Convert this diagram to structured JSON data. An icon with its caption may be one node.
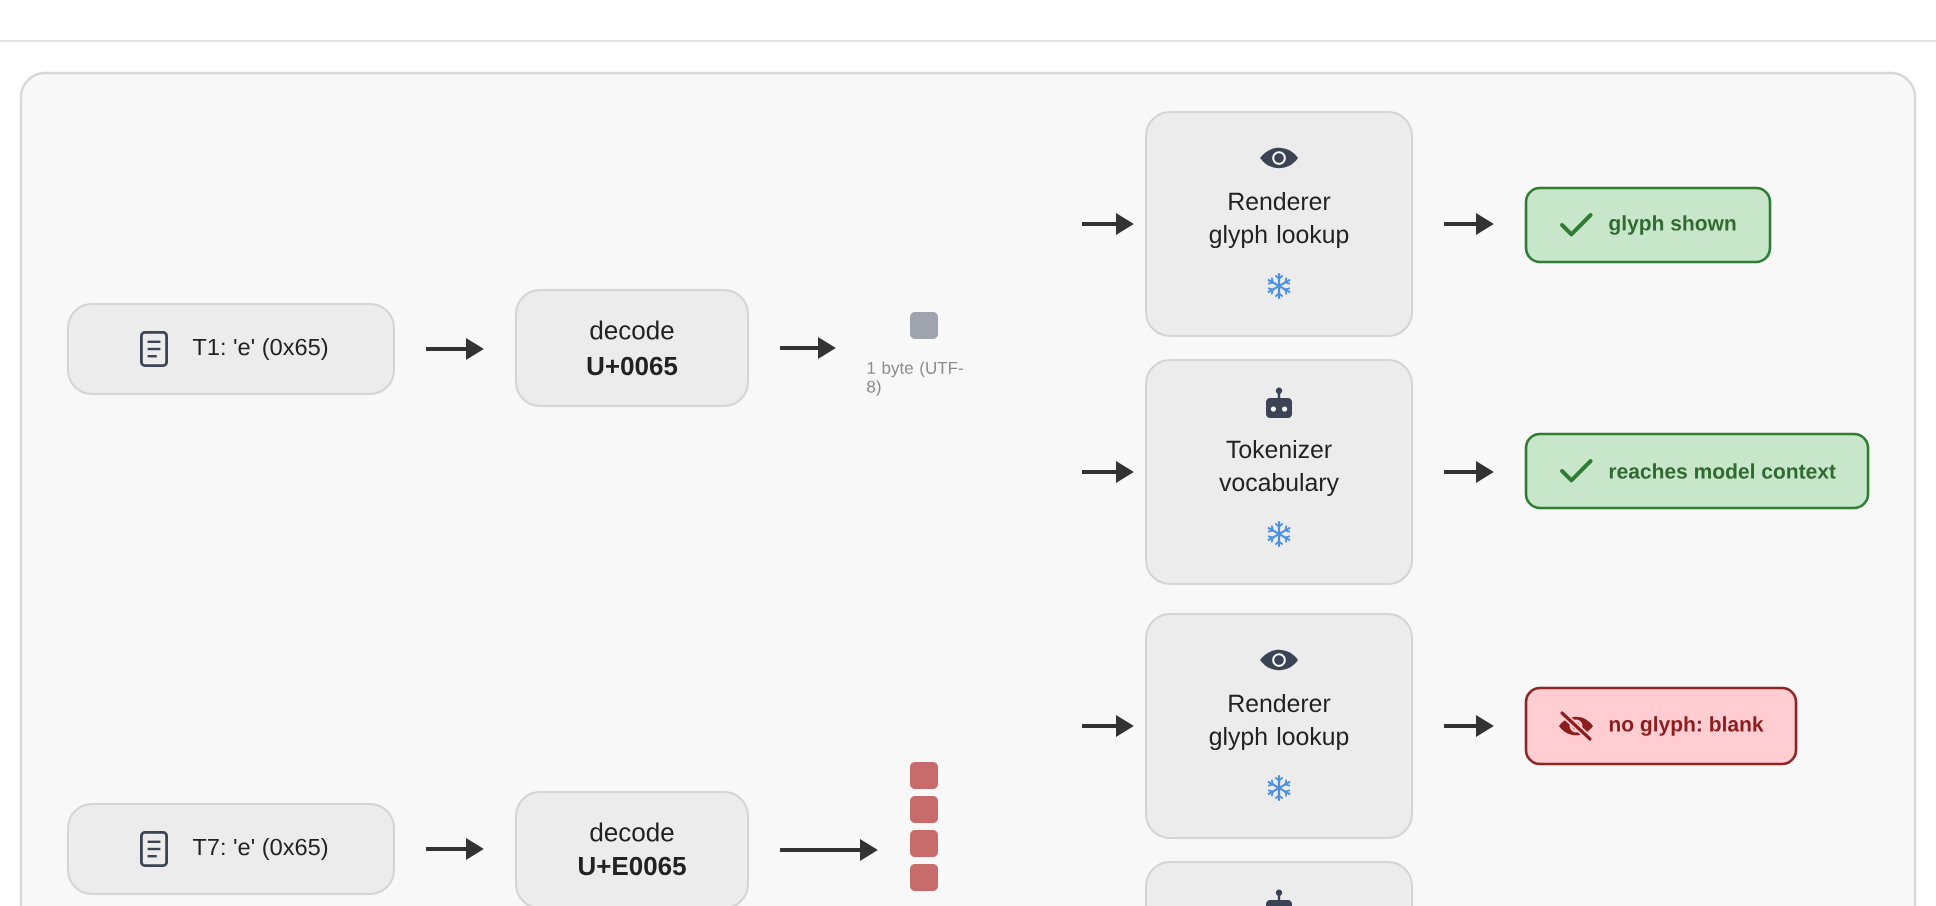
{
  "diagram": {
    "nodes": [
      {
        "text": [
          "T1: 'e' (0x65)"
        ]
      },
      {
        "text": [
          "decode",
          "U+0065"
        ]
      },
      {
        "text": [],
        "shape": "box",
        "beside": [
          "1 byte (UTF-8)"
        ]
      },
      {
        "text": [
          "Renderer glyph lookup"
        ]
      },
      {
        "text": [
          "glyph shown"
        ]
      },
      {
        "text": [
          "Tokenizer vocabulary"
        ]
      },
      {
        "text": [
          "reaches model context"
        ]
      },
      {
        "text": [
          "T7: 'e' (0x65)"
        ]
      },
      {
        "text": [
          "decode",
          "U+E0065"
        ]
      },
      {
        "text": [],
        "shape": "box"
      },
      {
        "text": [
          "Renderer glyph lookup"
        ]
      },
      {
        "text": [
          "no glyph: blank"
        ]
      },
      {
        "text": [],
        "shape": "box"
      }
    ],
    "edges": [
      {
        "from": 0,
        "to": 1,
        "arrow": "to"
      },
      {
        "from": 1,
        "to": 2,
        "arrow": "to"
      },
      {
        "from": null,
        "to": 3,
        "arrow": "to"
      },
      {
        "from": null,
        "to": 5,
        "arrow": "to"
      },
      {
        "from": 3,
        "to": 4,
        "arrow": "to"
      },
      {
        "from": 5,
        "to": 6,
        "arrow": "to"
      },
      {
        "from": 7,
        "to": 8,
        "arrow": "to"
      },
      {
        "from": 8,
        "to": 9,
        "arrow": "to"
      },
      {
        "from": null,
        "to": 10,
        "arrow": "to"
      },
      {
        "from": 10,
        "to": 11,
        "arrow": "to"
      }
    ]
  }
}
